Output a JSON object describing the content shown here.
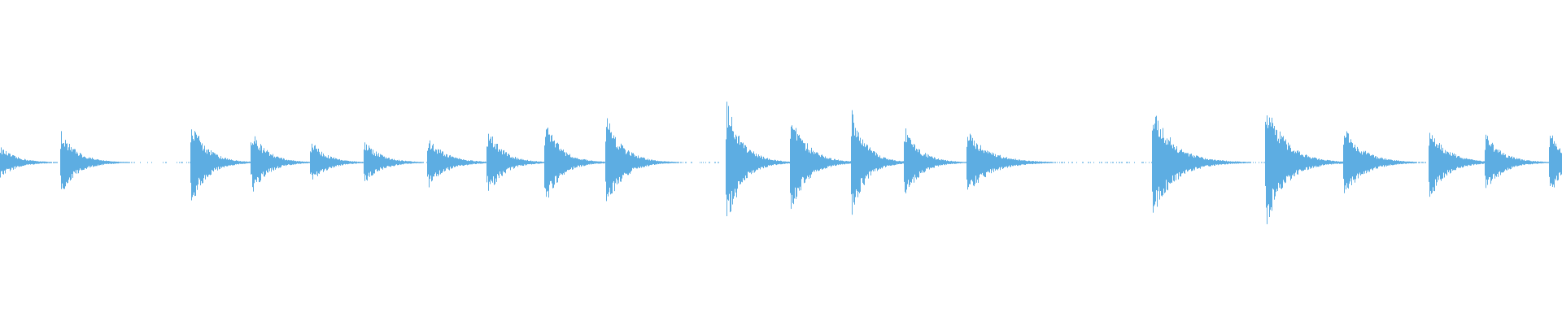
{
  "chart_data": {
    "type": "area",
    "title": "",
    "xlabel": "",
    "ylabel": "",
    "ylim": [
      -1,
      1
    ],
    "grid": false,
    "color": "#5dade2",
    "background": "#ffffff",
    "onsets": [
      {
        "t": 0.0,
        "amp": 0.1,
        "decay": 0.03
      },
      {
        "t": 0.039,
        "amp": 0.2,
        "decay": 0.03
      },
      {
        "t": 0.122,
        "amp": 0.28,
        "decay": 0.028
      },
      {
        "t": 0.161,
        "amp": 0.21,
        "decay": 0.028
      },
      {
        "t": 0.199,
        "amp": 0.14,
        "decay": 0.028
      },
      {
        "t": 0.233,
        "amp": 0.14,
        "decay": 0.03
      },
      {
        "t": 0.274,
        "amp": 0.16,
        "decay": 0.032
      },
      {
        "t": 0.312,
        "amp": 0.22,
        "decay": 0.028
      },
      {
        "t": 0.349,
        "amp": 0.27,
        "decay": 0.028
      },
      {
        "t": 0.388,
        "amp": 0.3,
        "decay": 0.03
      },
      {
        "t": 0.465,
        "amp": 0.41,
        "decay": 0.028
      },
      {
        "t": 0.506,
        "amp": 0.33,
        "decay": 0.03
      },
      {
        "t": 0.545,
        "amp": 0.34,
        "decay": 0.026
      },
      {
        "t": 0.579,
        "amp": 0.23,
        "decay": 0.028
      },
      {
        "t": 0.619,
        "amp": 0.21,
        "decay": 0.04
      },
      {
        "t": 0.738,
        "amp": 0.34,
        "decay": 0.04
      },
      {
        "t": 0.81,
        "amp": 0.42,
        "decay": 0.035
      },
      {
        "t": 0.86,
        "amp": 0.23,
        "decay": 0.035
      },
      {
        "t": 0.915,
        "amp": 0.25,
        "decay": 0.03
      },
      {
        "t": 0.951,
        "amp": 0.19,
        "decay": 0.03
      },
      {
        "t": 0.992,
        "amp": 0.25,
        "decay": 0.02
      }
    ]
  }
}
